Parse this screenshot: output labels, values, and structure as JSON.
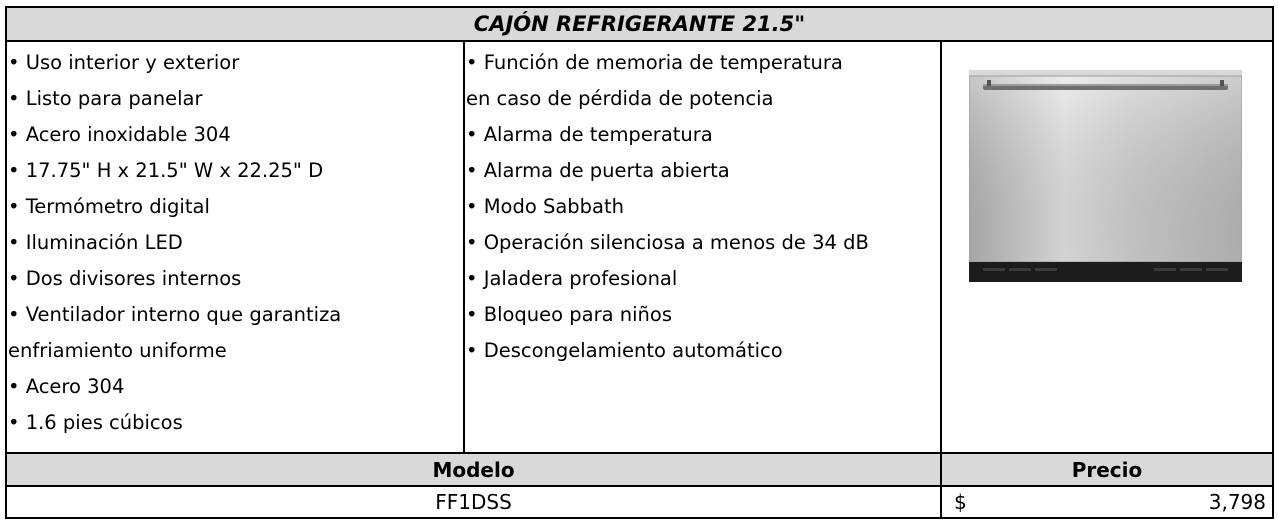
{
  "title": "CAJÓN REFRIGERANTE 21.5\"",
  "features_left": [
    "• Uso interior y exterior",
    "• Listo para panelar",
    "• Acero inoxidable 304",
    "• 17.75\" H x 21.5\" W x 22.25\" D",
    "• Termómetro digital",
    "• Iluminación LED",
    "• Dos divisores internos",
    "• Ventilador interno que garantiza",
    "enfriamiento uniforme",
    "• Acero 304",
    "• 1.6 pies cúbicos"
  ],
  "features_right": [
    "• Función de memoria de temperatura",
    "en caso de pérdida de potencia",
    "• Alarma de temperatura",
    "• Alarma de puerta abierta",
    "• Modo Sabbath",
    "• Operación silenciosa a menos de 34 dB",
    "• Jaladera profesional",
    "• Bloqueo para niños",
    "• Descongelamiento automático"
  ],
  "table": {
    "model_header": "Modelo",
    "price_header": "Precio",
    "model_value": "FF1DSS",
    "currency": "$",
    "price_value": "3,798"
  },
  "colors": {
    "header_fill": "#d9d9d9",
    "border": "#000000"
  }
}
